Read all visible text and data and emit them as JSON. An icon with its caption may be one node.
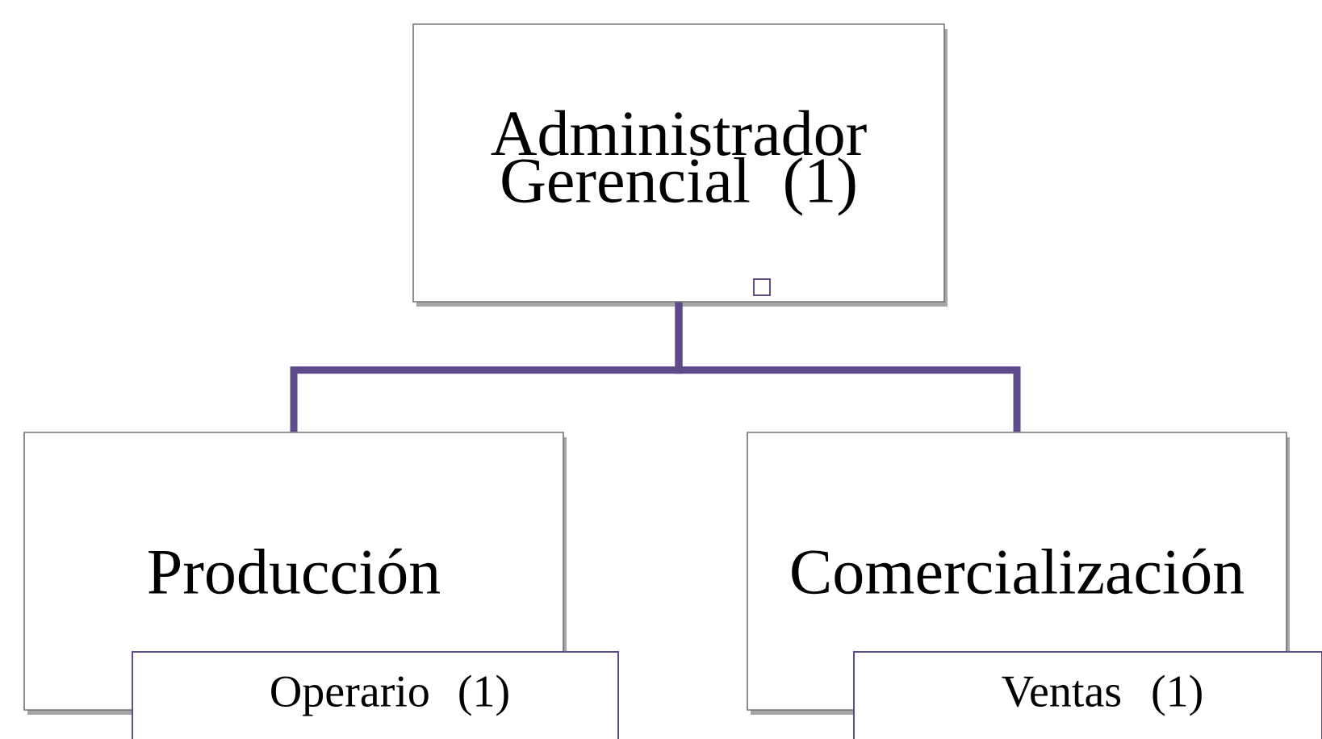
{
  "diagram": {
    "nodes": [
      {
        "text": [
          "Administrador Gerencial (1)"
        ]
      },
      {
        "text": [
          "Producción"
        ]
      },
      {
        "text": [
          "Operario (1)"
        ]
      },
      {
        "text": [
          "Comercialización"
        ]
      },
      {
        "text": [
          "Ventas (1)"
        ]
      }
    ],
    "edges": [
      {
        "from": 0,
        "to": 1,
        "arrow": "none"
      },
      {
        "from": 0,
        "to": 3,
        "arrow": "none"
      }
    ]
  }
}
